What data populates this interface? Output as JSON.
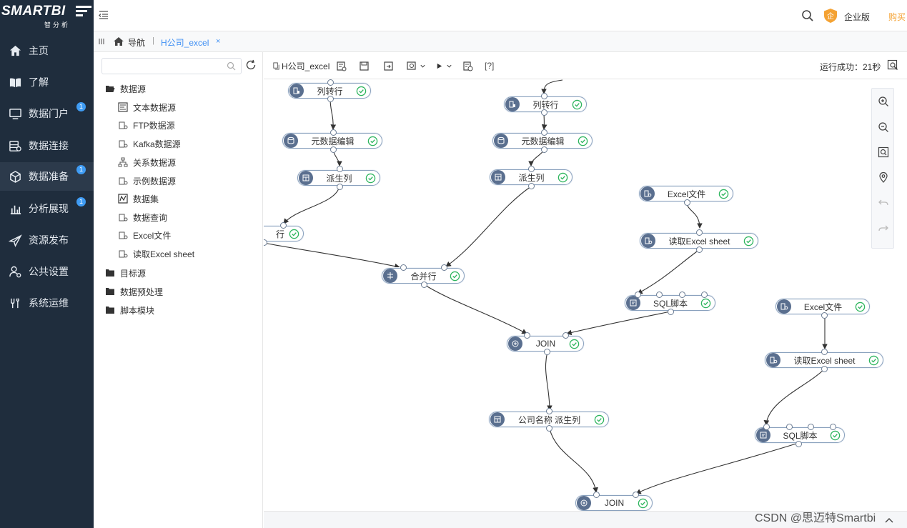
{
  "brand": {
    "logo_text": "SMARTBI",
    "logo_sub": "智分析"
  },
  "header": {
    "edition_label": "企业版",
    "buy_label": "购买"
  },
  "nav": {
    "items": [
      {
        "label": "主页",
        "badge": ""
      },
      {
        "label": "了解",
        "badge": ""
      },
      {
        "label": "数据门户",
        "badge": "1"
      },
      {
        "label": "数据连接",
        "badge": ""
      },
      {
        "label": "数据准备",
        "badge": "1",
        "active": true
      },
      {
        "label": "分析展现",
        "badge": "1"
      },
      {
        "label": "资源发布",
        "badge": ""
      },
      {
        "label": "公共设置",
        "badge": ""
      },
      {
        "label": "系统运维",
        "badge": ""
      }
    ]
  },
  "breadcrumb": {
    "nav_label": "导航",
    "tab_label": "H公司_excel",
    "close": "×"
  },
  "tree": {
    "search_placeholder": "",
    "root": "数据源",
    "children": [
      "文本数据源",
      "FTP数据源",
      "Kafka数据源",
      "关系数据源",
      "示例数据源",
      "数据集",
      "数据查询",
      "Excel文件",
      "读取Excel sheet"
    ],
    "folders": [
      "目标源",
      "数据预处理",
      "脚本模块"
    ]
  },
  "toolbar": {
    "title": "H公司_excel",
    "help": "[?]",
    "run_status": "运行成功：21秒"
  },
  "flow": {
    "nodes": [
      {
        "id": "n1",
        "label": "列转行"
      },
      {
        "id": "n2",
        "label": "元数据编辑"
      },
      {
        "id": "n3",
        "label": "派生列"
      },
      {
        "id": "n4",
        "label": "行"
      },
      {
        "id": "n5",
        "label": "列转行"
      },
      {
        "id": "n6",
        "label": "元数据编辑"
      },
      {
        "id": "n7",
        "label": "派生列"
      },
      {
        "id": "n8",
        "label": "合并行"
      },
      {
        "id": "n9",
        "label": "Excel文件"
      },
      {
        "id": "n10",
        "label": "读取Excel sheet"
      },
      {
        "id": "n11",
        "label": "SQL脚本"
      },
      {
        "id": "n12",
        "label": "JOIN"
      },
      {
        "id": "n13",
        "label": "Excel文件"
      },
      {
        "id": "n14",
        "label": "读取Excel sheet"
      },
      {
        "id": "n15",
        "label": "公司名称 派生列"
      },
      {
        "id": "n16",
        "label": "SQL脚本"
      },
      {
        "id": "n17",
        "label": "JOIN"
      }
    ]
  },
  "watermark": "CSDN @思迈特Smartbi",
  "colors": {
    "sidebar_bg": "#1f2d3d",
    "accent": "#3f8ff4",
    "ok": "#2db55d",
    "buy": "#f4a233",
    "node_icon": "#5a6f8f"
  }
}
